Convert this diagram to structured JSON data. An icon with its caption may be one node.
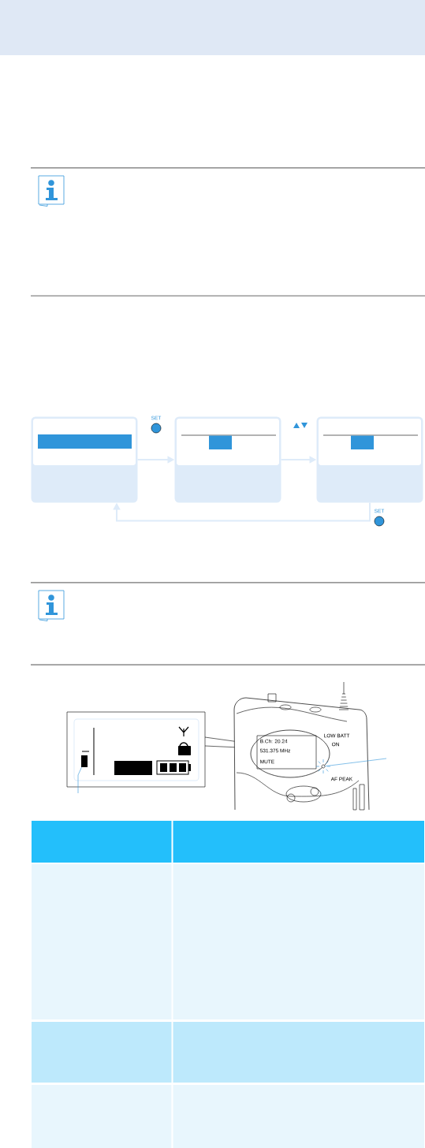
{
  "diagram": {
    "nodes": [
      {
        "text": [],
        "shape": "box"
      },
      {
        "text": [],
        "shape": "box"
      },
      {
        "text": [],
        "shape": "box"
      },
      {
        "text": [],
        "shape": "circle"
      },
      {
        "text": [],
        "shape": "bar"
      }
    ],
    "edges": [
      {
        "from": 0,
        "to": 1,
        "arrow": "to"
      },
      {
        "from": 1,
        "to": 2,
        "arrow": "to"
      },
      {
        "from": 2,
        "to": 0,
        "arrow": "to"
      },
      {
        "from": 3,
        "to": null,
        "arrow": "none",
        "color": "#3095da"
      },
      {
        "from": 4,
        "to": null,
        "arrow": "none",
        "color": "#3095da"
      }
    ],
    "labels": [
      "SET",
      "SET",
      "B.Ch: 20.24",
      "531.375 MHz",
      "MUTE",
      "LOW BATT",
      "ON",
      "AF PEAK"
    ]
  }
}
